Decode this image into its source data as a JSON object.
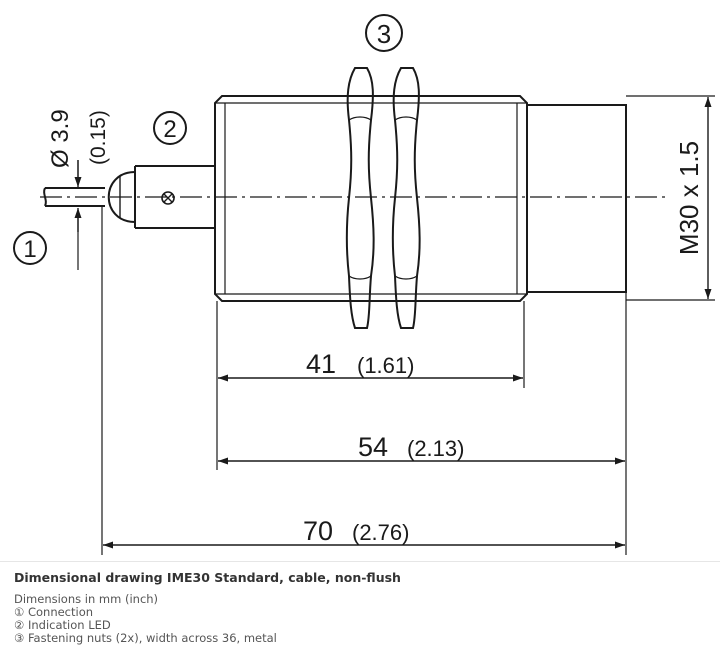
{
  "drawing": {
    "markers": {
      "connection": "1",
      "indication_led": "2",
      "fastening_nuts": "3"
    },
    "dimensions": {
      "dia_mm": "Ø 3.9",
      "dia_in": "(0.15)",
      "d41_mm": "41",
      "d41_in": "(1.61)",
      "d54_mm": "54",
      "d54_in": "(2.13)",
      "d70_mm": "70",
      "d70_in": "(2.76)",
      "thread": "M30 x 1.5"
    }
  },
  "caption": {
    "title": "Dimensional drawing IME30 Standard, cable, non-flush",
    "lines": [
      "Dimensions in mm (inch)",
      "① Connection",
      "② Indication LED",
      "③ Fastening nuts (2x), width across 36, metal"
    ]
  }
}
